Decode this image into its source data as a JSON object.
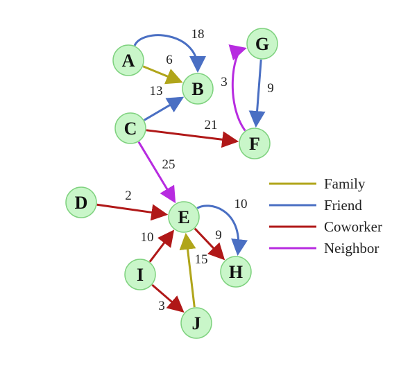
{
  "colors": {
    "family": "#b0a51a",
    "friend": "#4a6fc3",
    "coworker": "#b01818",
    "neighbor": "#b72be0",
    "node_fill": "#c9f6c9"
  },
  "nodes": [
    {
      "id": "A",
      "label": "A"
    },
    {
      "id": "B",
      "label": "B"
    },
    {
      "id": "C",
      "label": "C"
    },
    {
      "id": "D",
      "label": "D"
    },
    {
      "id": "E",
      "label": "E"
    },
    {
      "id": "F",
      "label": "F"
    },
    {
      "id": "G",
      "label": "G"
    },
    {
      "id": "H",
      "label": "H"
    },
    {
      "id": "I",
      "label": "I"
    },
    {
      "id": "J",
      "label": "J"
    }
  ],
  "edges": [
    {
      "from": "A",
      "to": "B",
      "weight": "18",
      "type": "friend"
    },
    {
      "from": "A",
      "to": "B",
      "weight": "6",
      "type": "family"
    },
    {
      "from": "C",
      "to": "B",
      "weight": "13",
      "type": "friend"
    },
    {
      "from": "C",
      "to": "F",
      "weight": "21",
      "type": "coworker"
    },
    {
      "from": "C",
      "to": "E",
      "weight": "25",
      "type": "neighbor"
    },
    {
      "from": "F",
      "to": "G",
      "weight": "3",
      "type": "neighbor"
    },
    {
      "from": "G",
      "to": "F",
      "weight": "9",
      "type": "friend"
    },
    {
      "from": "D",
      "to": "E",
      "weight": "2",
      "type": "coworker"
    },
    {
      "from": "E",
      "to": "H",
      "weight": "10",
      "type": "friend"
    },
    {
      "from": "E",
      "to": "H",
      "weight": "9",
      "type": "coworker"
    },
    {
      "from": "I",
      "to": "E",
      "weight": "10",
      "type": "coworker"
    },
    {
      "from": "J",
      "to": "E",
      "weight": "15",
      "type": "family"
    },
    {
      "from": "I",
      "to": "J",
      "weight": "3",
      "type": "coworker"
    }
  ],
  "legend": [
    {
      "type": "family",
      "label": "Family"
    },
    {
      "type": "friend",
      "label": "Friend"
    },
    {
      "type": "coworker",
      "label": "Coworker"
    },
    {
      "type": "neighbor",
      "label": "Neighbor"
    }
  ]
}
